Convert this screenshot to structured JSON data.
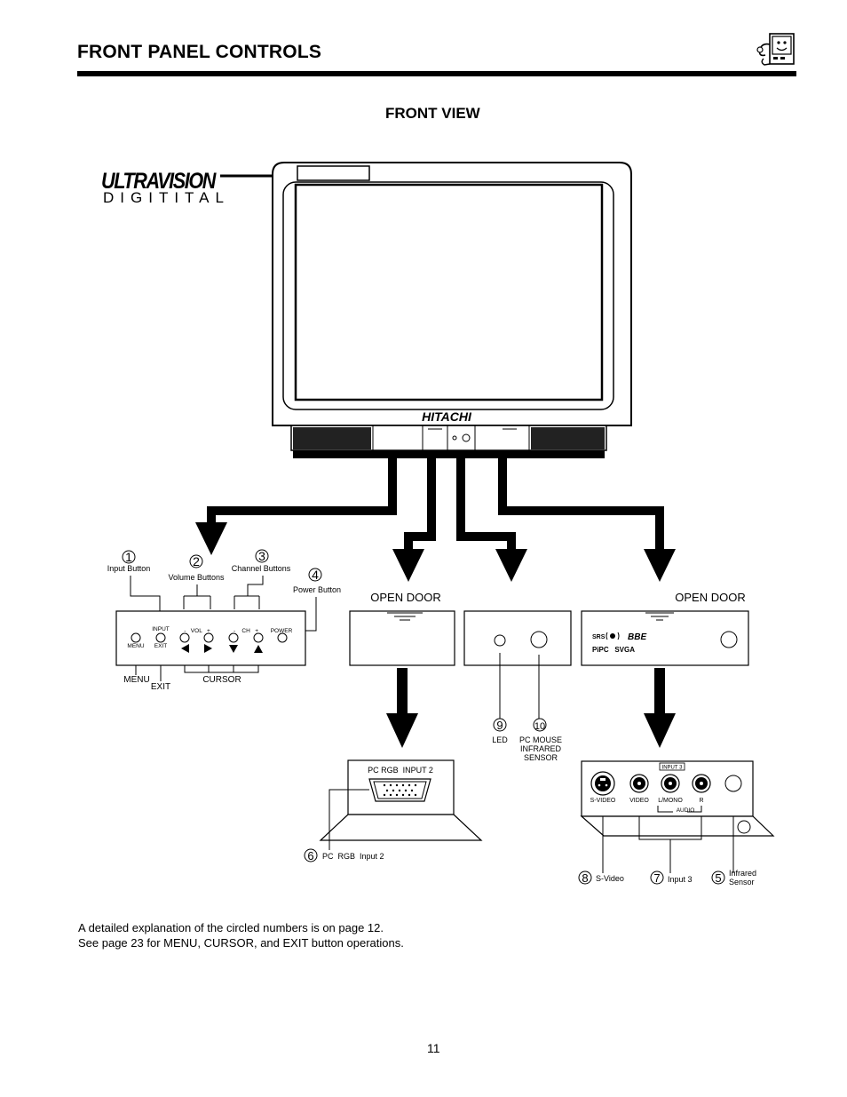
{
  "header": {
    "title": "FRONT PANEL CONTROLS",
    "subtitle": "FRONT VIEW"
  },
  "logo": {
    "brand": "ULTRAVISION",
    "sub": "DIGITITAL"
  },
  "tv": {
    "brand": "HITACHI"
  },
  "control_panel": {
    "callouts": [
      {
        "num": "1",
        "label": "Input Button"
      },
      {
        "num": "2",
        "label": "Volume Buttons"
      },
      {
        "num": "3",
        "label": "Channel Buttons"
      },
      {
        "num": "4",
        "label": "Power Button"
      }
    ],
    "top_labels": {
      "input": "INPUT",
      "vol": "-   VOL   +",
      "ch": "-    CH   +",
      "power": "POWER"
    },
    "bottom_labels": {
      "menu": "MENU",
      "exit": "EXIT"
    },
    "below": {
      "menu": "MENU",
      "exit": "EXIT",
      "cursor": "CURSOR"
    }
  },
  "open_door_label": "OPEN DOOR",
  "pc_rgb": {
    "panel_label": "PC RGB  INPUT 2",
    "callout_num": "6",
    "callout_label": "PC  RGB  Input 2"
  },
  "led_panel": {
    "callouts": [
      {
        "num": "9",
        "label": "LED"
      },
      {
        "num": "10",
        "label": "PC MOUSE\nINFRARED\nSENSOR"
      }
    ]
  },
  "right_door": {
    "srs": "SRS",
    "bbe": "BBE",
    "pipc_svga": "PiPC   SVGA"
  },
  "input3_panel": {
    "title": "INPUT 3",
    "jacks": [
      "S-VIDEO",
      "VIDEO",
      "L/MONO",
      "R"
    ],
    "audio": "AUDIO",
    "callouts": [
      {
        "num": "8",
        "label": "S-Video"
      },
      {
        "num": "7",
        "label": "Input 3"
      },
      {
        "num": "5",
        "label": "Infrared\nSensor"
      }
    ]
  },
  "notes": [
    "A detailed explanation of the circled numbers is on page 12.",
    "See page 23 for MENU, CURSOR, and EXIT button operations."
  ],
  "page_number": "11"
}
